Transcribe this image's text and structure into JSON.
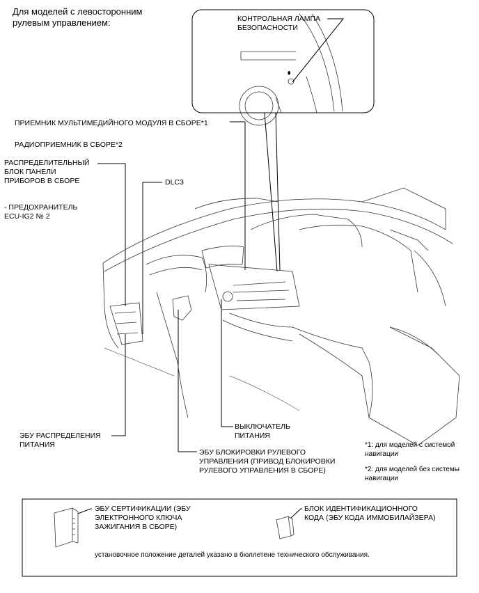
{
  "heading": "Для моделей с левосторонним\nрулевым управлением:",
  "callouts": {
    "security_lamp": "КОНТРОЛЬНАЯ ЛАМПА\nБЕЗОПАСНОСТИ",
    "multimedia": "ПРИЕМНИК МУЛЬТИМЕДИЙНОГО МОДУЛЯ В СБОРЕ*1",
    "radio": "РАДИОПРИЕМНИК В СБОРЕ*2",
    "junction_block": "РАСПРЕДЕЛИТЕЛЬНЫЙ\nБЛОК ПАНЕЛИ\nПРИБОРОВ В СБОРЕ",
    "dlc3": "DLC3",
    "fuse": "- ПРЕДОХРАНИТЕЛЬ\nECU-IG2 № 2",
    "power_ecu": "ЭБУ РАСПРЕДЕЛЕНИЯ\nПИТАНИЯ",
    "power_switch": "ВЫКЛЮЧАТЕЛЬ\nПИТАНИЯ",
    "steering_lock": "ЭБУ БЛОКИРОВКИ РУЛЕВОГО\nУПРАВЛЕНИЯ (ПРИВОД БЛОКИРОВКИ\nРУЛЕВОГО УПРАВЛЕНИЯ В СБОРЕ)"
  },
  "footnotes": {
    "note1": "*1: для моделей с системой\nнавигации",
    "note2": "*2: для моделей без системы\nнавигации"
  },
  "legend": {
    "certification_ecu": "ЭБУ СЕРТИФИКАЦИИ (ЭБУ\nЭЛЕКТРОННОГО КЛЮЧА\nЗАЖИГАНИЯ В СБОРЕ)",
    "id_code_box": "БЛОК ИДЕНТИФИКАЦИОННОГО\nКОДА (ЭБУ КОДА ИММОБИЛАЙЗЕРА)",
    "note": "установочное положение деталей указано в бюллетене технического обслуживания."
  }
}
